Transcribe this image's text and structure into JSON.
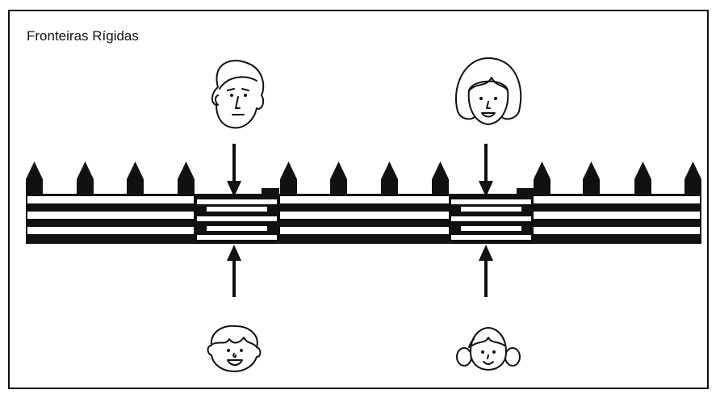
{
  "diagram": {
    "title": "Fronteiras Rígidas",
    "colors": {
      "ink": "#111111",
      "background": "#ffffff"
    },
    "figures": [
      {
        "name": "adult-man-face-icon",
        "position": "above fence, left"
      },
      {
        "name": "adult-woman-face-icon",
        "position": "above fence, right"
      },
      {
        "name": "boy-face-icon",
        "position": "below fence, left"
      },
      {
        "name": "girl-face-icon",
        "position": "below fence, right"
      }
    ],
    "arrows": [
      {
        "name": "arrow-down-left",
        "direction": "down"
      },
      {
        "name": "arrow-down-right",
        "direction": "down"
      },
      {
        "name": "arrow-up-left",
        "direction": "up"
      },
      {
        "name": "arrow-up-right",
        "direction": "up"
      }
    ]
  }
}
